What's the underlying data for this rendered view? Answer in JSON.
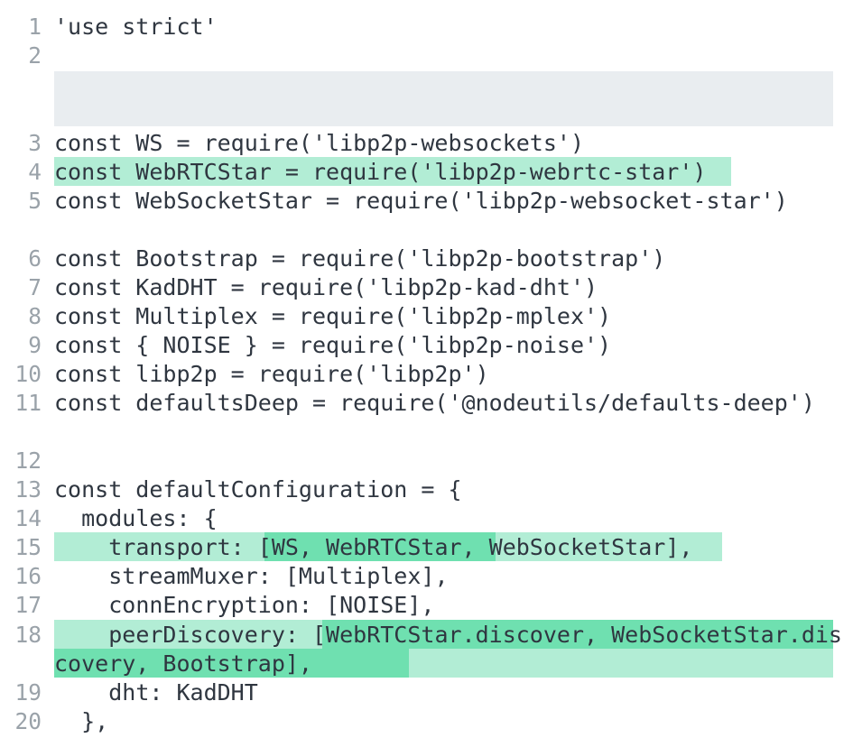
{
  "editor": {
    "language": "javascript",
    "colors": {
      "background": "#ffffff",
      "text": "#2f3640",
      "line_number": "#9aa2a9",
      "placeholder_block": "#e9edf0",
      "highlight_line": "#b2edd5",
      "highlight_word": "#6fe0b0"
    },
    "placeholder_block_label": ""
  },
  "lines": [
    {
      "number": "1",
      "text": "'use strict'"
    },
    {
      "number": "2",
      "text": ""
    },
    {
      "number": "3",
      "text": "const WS = require('libp2p-websockets')"
    },
    {
      "number": "4",
      "text": "const WebRTCStar = require('libp2p-webrtc-star')"
    },
    {
      "number": "5",
      "text": "const WebSocketStar = require('libp2p-websocket-star')"
    },
    {
      "number": "6",
      "text": "const Bootstrap = require('libp2p-bootstrap')"
    },
    {
      "number": "7",
      "text": "const KadDHT = require('libp2p-kad-dht')"
    },
    {
      "number": "8",
      "text": "const Multiplex = require('libp2p-mplex')"
    },
    {
      "number": "9",
      "text": "const { NOISE } = require('libp2p-noise')"
    },
    {
      "number": "10",
      "text": "const libp2p = require('libp2p')"
    },
    {
      "number": "11",
      "text": "const defaultsDeep = require('@nodeutils/defaults-deep')"
    },
    {
      "number": "12",
      "text": ""
    },
    {
      "number": "13",
      "text": "const defaultConfiguration = {"
    },
    {
      "number": "14",
      "text": "  modules: {"
    },
    {
      "number": "15",
      "text": "    transport: [WS, WebRTCStar, WebSocketStar],"
    },
    {
      "number": "16",
      "text": "    streamMuxer: [Multiplex],"
    },
    {
      "number": "17",
      "text": "    connEncryption: [NOISE],"
    },
    {
      "number": "18",
      "text": "    peerDiscovery: [WebRTCStar.discover, WebSocketStar.discovery, Bootstrap],"
    },
    {
      "number": "19",
      "text": "    dht: KadDHT"
    },
    {
      "number": "20",
      "text": "  },"
    }
  ],
  "segments": {
    "line4": {
      "text": "const WebRTCStar = require('libp2p-webrtc-star')"
    },
    "line15": {
      "prefix": "    transport: ",
      "highlighted": "[WS, WebRTCStar,",
      "suffix": " WebSocketStar],"
    },
    "line18": {
      "prefix": "    peerDiscovery: ",
      "highlighted": "[WebRTCStar.discover, WebSocketStar.discovery, Bootstrap],",
      "suffix": ""
    }
  }
}
